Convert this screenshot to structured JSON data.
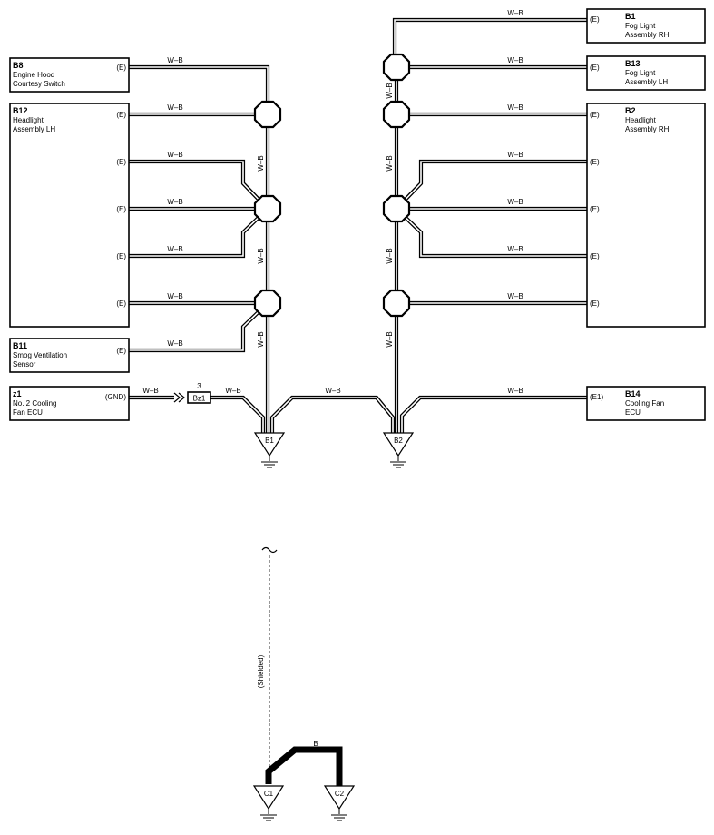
{
  "wire_color": "W–B",
  "thick_wire_color": "B",
  "shielded_label": "(Shielded)",
  "components": [
    {
      "code": "B8",
      "lines": [
        "Engine Hood",
        "Courtesy Switch"
      ]
    },
    {
      "code": "B12",
      "lines": [
        "Headlight",
        "Assembly LH"
      ]
    },
    {
      "code": "B11",
      "lines": [
        "Smog Ventilation",
        "Sensor"
      ]
    },
    {
      "code": "z1",
      "lines": [
        "No. 2 Cooling",
        "Fan ECU"
      ]
    },
    {
      "code": "B1",
      "lines": [
        "Fog Light",
        "Assembly RH"
      ]
    },
    {
      "code": "B13",
      "lines": [
        "Fog Light",
        "Assembly LH"
      ]
    },
    {
      "code": "B2",
      "lines": [
        "Headlight",
        "Assembly RH"
      ]
    },
    {
      "code": "B14",
      "lines": [
        "Cooling Fan",
        "ECU"
      ]
    }
  ],
  "pins": {
    "e": "(E)",
    "gnd": "(GND)",
    "e1": "(E1)"
  },
  "connector": {
    "label": "Bz1",
    "pin": "3"
  },
  "grounds": [
    "B1",
    "B2",
    "C1",
    "C2"
  ]
}
